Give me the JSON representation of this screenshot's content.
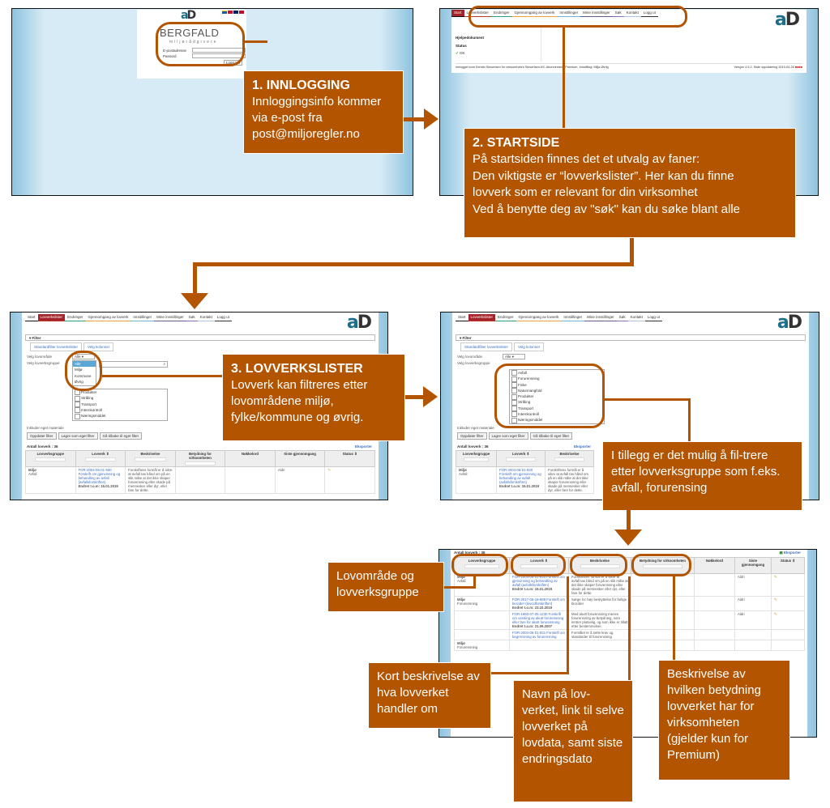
{
  "app": {
    "nav": [
      "Start",
      "Lovverkslister",
      "Endringer",
      "Gjennomgang av lovverk",
      "Innstillinger",
      "Mine innstillinger",
      "Søk",
      "Kontakt",
      "Logg ut"
    ],
    "nav_colors": [
      "#111",
      "#c0392b",
      "#27a37a",
      "#f0a040",
      "#6fb3d9",
      "#6a5a8c",
      "#8b6fb0",
      "#aac9e0",
      "#333"
    ],
    "logo_left": "a",
    "logo_right": "D"
  },
  "login": {
    "brand": "BERGFALD",
    "tagline": "miljørådgivere",
    "email_label": "E-postadresse",
    "password_label": "Passord",
    "submit": "Logg inn",
    "flags": [
      "se",
      "dk",
      "gb",
      "no"
    ]
  },
  "start": {
    "help": "Hjelpedokument",
    "status": "Status",
    "ok": "OK",
    "footer": "Innlogget som Kerstin Sievertsen for virksomheten Sievertsen AS. Abonnement: Premium. Innstilling: Miljø Øvrig",
    "version": "Versjon 4.5.2. Siste oppdatering 2019-04-26"
  },
  "filter": {
    "title": "Filter",
    "tabs": [
      "Standardfilter lovverkslister",
      "Velg kolonner"
    ],
    "area_label": "Velg lovområde",
    "group_label": "Velg lovverksgruppe",
    "area_value": "Alle",
    "area_options": [
      "Alle",
      "Miljø",
      "Kommune",
      "Øvrig"
    ],
    "groups": [
      "Avfall",
      "Forurensning",
      "Fiske",
      "Naturmangfold",
      "Produkter",
      "Stråling",
      "Transport",
      "Internkontroll",
      "Næringsmiddel"
    ],
    "own_label": "Inkluder eget materiale",
    "buttons": [
      "Oppdater filter",
      "Lagre som eget filter",
      "Gå tilbake til eget filter"
    ],
    "count": "Antall lovverk : 36",
    "export": "Eksporter"
  },
  "table": {
    "headers": [
      "Lovverksgruppe",
      "Lovverk ⇕",
      "Beskrivelse",
      "Betydning for virksomheten",
      "Nøkkelord",
      "Siste gjennomgang",
      "Status ⇕"
    ],
    "rows": [
      {
        "area": "Miljø",
        "group": "Avfall",
        "law": "FOR-2004-06-01-930 Forskrift om gjenvinning og behandling av avfall (avfallsforskriften)",
        "changed": "Endret t.o.m: 15.01.2019",
        "desc": "Forskriftens formål er å sikre at avfall tas hånd om på en slik måte at det ikke skaper forurensning eller skade på mennesker eller dyr, eller fare for dette.",
        "last": "Aldri"
      },
      {
        "area": "Miljø",
        "group": "Forurensning",
        "law": "FOR-2017-06-18-888 Forskrift om biocider (biocidforskriften)",
        "changed": "Endret t.o.m: 23.10.2019",
        "desc": "Sørge for høy beskyttelse for farlige biocider",
        "last": "Aldri"
      },
      {
        "area": "",
        "group": "",
        "law": "FOR-1983-07-05-1230 Forskrift om varsling av akutt forurensning eller fare for akutt forurensning",
        "changed": "Endret t.o.m: 21.09.2007",
        "desc": "Med akutt forurensning menes forurensning av betydning, som inntrer plutselig, og som ikke er tillatt etter bestemmelser.",
        "last": "Aldri"
      },
      {
        "area": "",
        "group": "",
        "law": "FOR-2004-06-01-931 Forskrift om begrensning av forurensning",
        "changed": "",
        "desc": "Formålet er å sette krav og standarder til forurensning",
        "last": ""
      },
      {
        "area": "Miljø",
        "group": "Forurensning",
        "law": "",
        "changed": "",
        "desc": "",
        "last": ""
      }
    ]
  },
  "callouts": {
    "c1": {
      "title": "1. INNLOGGING",
      "text": "Innloggingsinfo kommer via e-post fra post@miljoregler.no"
    },
    "c2": {
      "title": "2. STARTSIDE",
      "lines": [
        "På startsiden finnes det et utvalg av faner:",
        "Den viktigste er “lovverkslister”. Her kan du finne",
        "lovverk som er relevant for din virksomhet",
        "Ved å benytte deg av \"søk\" kan du søke blant alle"
      ]
    },
    "c3": {
      "title": "3. LOVVERKSLISTER",
      "text": "Lovverk kan filtreres etter lovområdene miljø, fylke/kommune og øvrig."
    },
    "c4": {
      "text": "I tillegg er det mulig å fil-trere etter lovverksgruppe som f.eks. avfall, forurensing"
    },
    "c5": {
      "text": "Lovområde og lovverksgruppe"
    },
    "c6": {
      "text": "Kort beskrivelse av hva lovverket handler om"
    },
    "c7": {
      "text": "Navn på lov-verket, link til selve lovverket på lovdata, samt siste endringsdato"
    },
    "c8": {
      "text": "Beskrivelse av hvilken betydning lovverket har for virksomheten (gjelder kun for Premium)"
    }
  },
  "colors": {
    "accent": "#b35400",
    "active_tab": "#a4232a",
    "link": "#3a6ec4"
  }
}
